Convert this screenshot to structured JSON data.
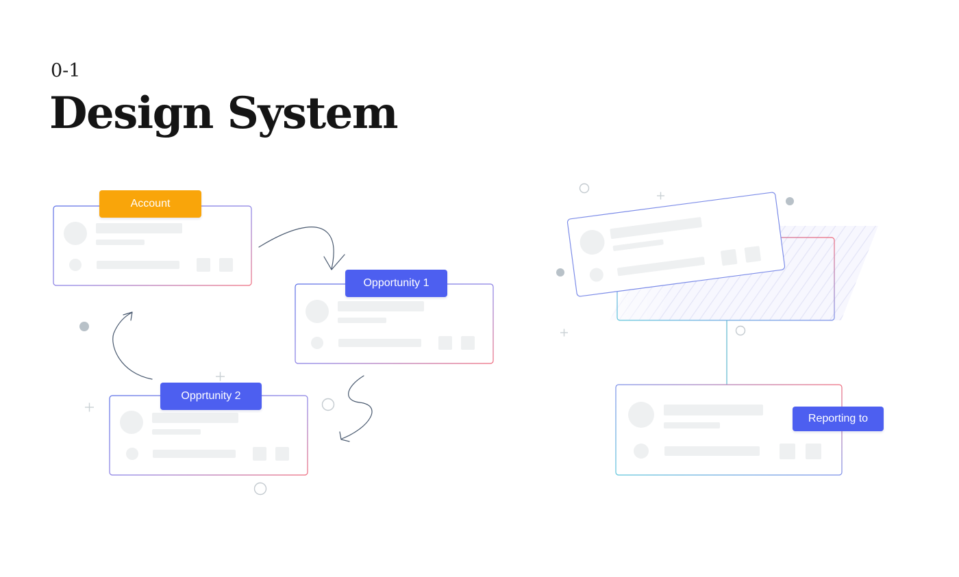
{
  "header": {
    "number": "0-1",
    "title": "Design System"
  },
  "labels": {
    "account": "Account",
    "opportunity_1": "Opportunity 1",
    "opportunity_2": "Opprtunity 2",
    "reporting_to": "Reporting to"
  },
  "colors": {
    "account_tag": "#f9a50a",
    "node_tag": "#4d5ff0",
    "border_blue": "#5a6ee6",
    "border_red": "#ee6a7c",
    "border_cyan": "#5cc4da",
    "placeholder": "#eef0f1",
    "arrow": "#48586e",
    "dot": "#b8c1c8"
  }
}
